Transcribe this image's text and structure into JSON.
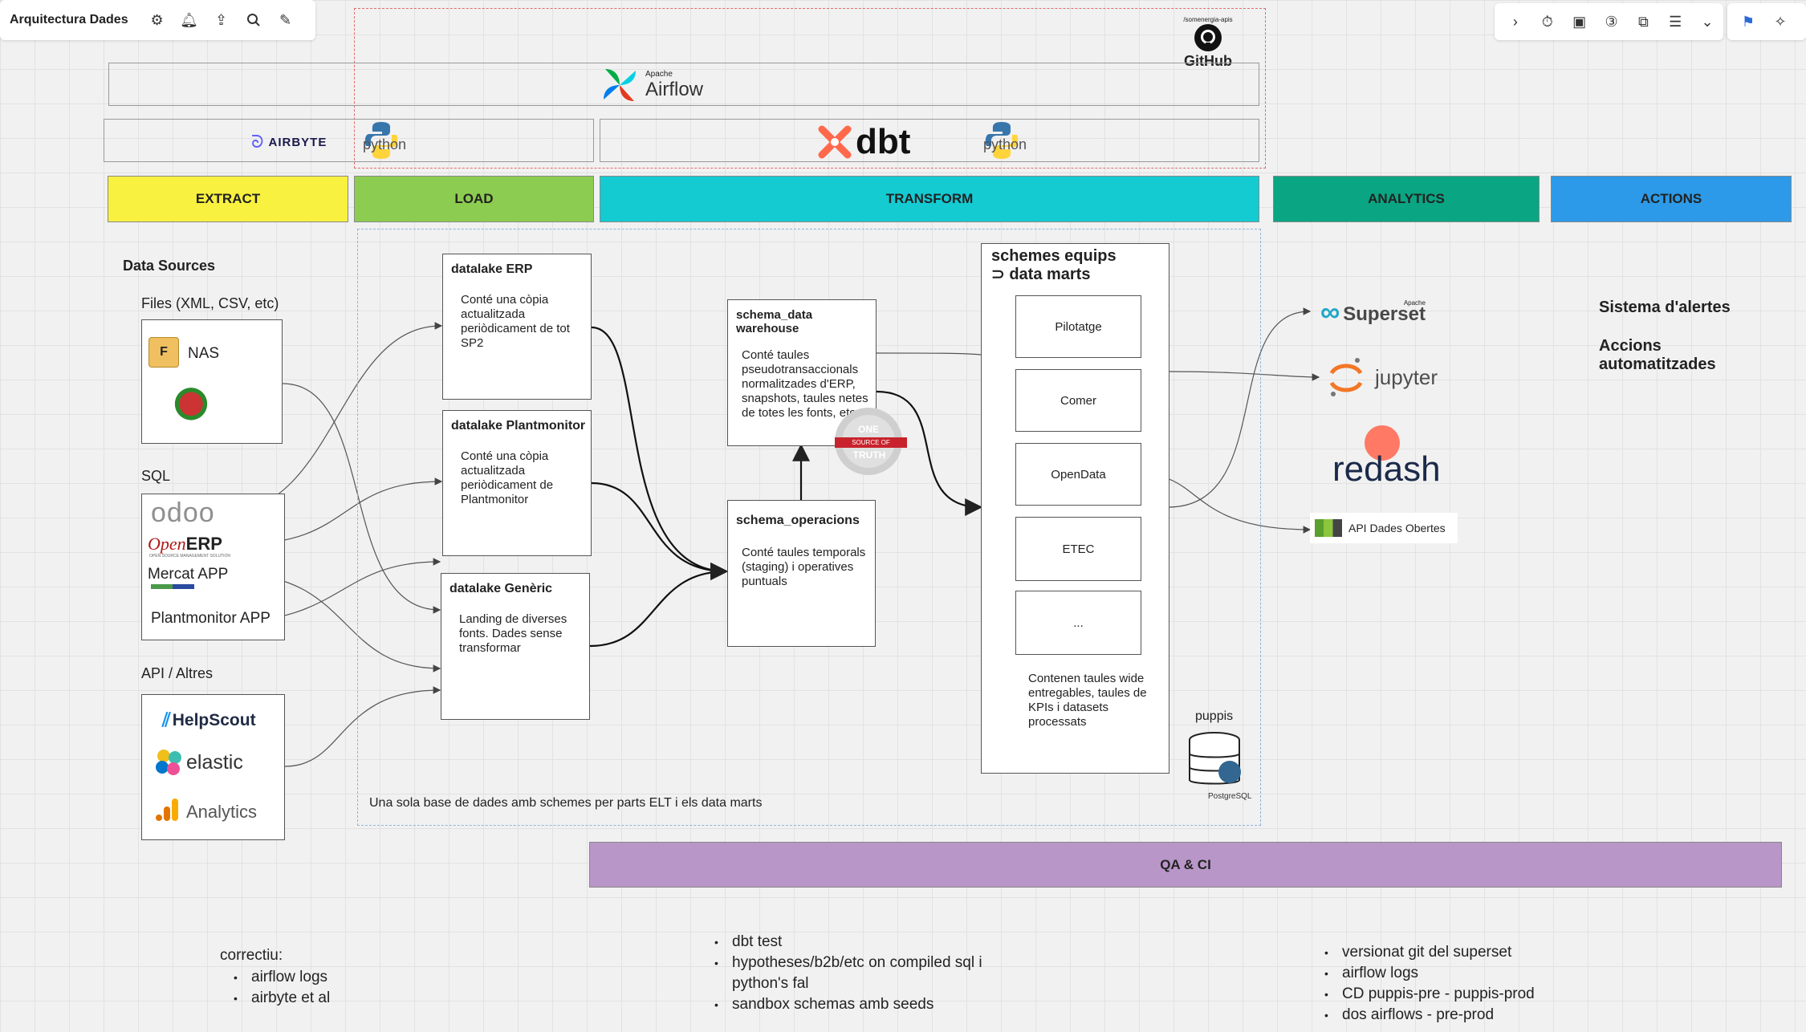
{
  "toolbar_left": {
    "title": "Arquitectura Dades"
  },
  "github": {
    "caption": "/somenergia-apis",
    "label": "GitHub"
  },
  "orchestration": {
    "airflow_sub": "Apache",
    "airflow": "Airflow"
  },
  "tools": {
    "airbyte": "AIRBYTE",
    "python1": "python",
    "dbt": "dbt",
    "python2": "python"
  },
  "phases": {
    "extract": "EXTRACT",
    "load": "LOAD",
    "transform": "TRANSFORM",
    "analytics": "ANALYTICS",
    "actions": "ACTIONS"
  },
  "sources": {
    "heading": "Data Sources",
    "files_label": "Files (XML, CSV, etc)",
    "nas": "NAS",
    "sql_label": "SQL",
    "odoo": "odoo",
    "openerp_a": "Open",
    "openerp_b": "ERP",
    "openerp_tag": "OPEN SOURCE MANAGEMENT SOLUTION",
    "mercat": "Mercat APP",
    "plantmonitor": "Plantmonitor APP",
    "api_label": "API / Altres",
    "helpscout": "HelpScout",
    "elastic": "elastic",
    "analytics": "Analytics"
  },
  "datalakes": [
    {
      "title": "datalake ERP",
      "desc": "Conté una còpia actualitzada periòdicament de tot SP2"
    },
    {
      "title": "datalake Plantmonitor",
      "desc": "Conté una còpia actualitzada periòdicament de Plantmonitor"
    },
    {
      "title": "datalake Genèric",
      "desc": "Landing de diverses fonts. Dades sense transformar"
    }
  ],
  "schema_dw": {
    "title": "schema_data warehouse",
    "desc": "Conté taules pseudotransaccionals normalitzades d'ERP, snapshots, taules netes de totes les fonts, etc",
    "stamp_a": "ONE",
    "stamp_b": "SOURCE OF",
    "stamp_c": "TRUTH"
  },
  "schema_ops": {
    "title": "schema_operacions",
    "desc": "Conté taules temporals (staging) i operatives puntuals"
  },
  "data_marts": {
    "title": "schemes equips ⊃ data marts",
    "items": [
      "Pilotatge",
      "Comer",
      "OpenData",
      "ETEC",
      "..."
    ],
    "desc": "Contenen taules wide entregables, taules de KPIs i datasets processats"
  },
  "puppis": {
    "label": "puppis",
    "db_caption": "PostgreSQL"
  },
  "db_note": "Una sola base de dades amb schemes per parts ELT i els data marts",
  "analytics_tools": {
    "superset_sub": "Apache",
    "superset": "Superset",
    "jupyter": "jupyter",
    "redash": "redash",
    "api": "API Dades Obertes"
  },
  "actions": {
    "alerts": "Sistema d'alertes",
    "auto": "Accions automatitzades"
  },
  "qa": "QA & CI",
  "notes": {
    "left_heading": "correctiu:",
    "left": [
      "airflow logs",
      "airbyte et al"
    ],
    "middle": [
      "dbt test",
      "hypotheses/b2b/etc on compiled sql i python's fal",
      "sandbox schemas amb seeds"
    ],
    "right": [
      "versionat git del superset",
      "airflow logs",
      "CD puppis-pre - puppis-prod",
      "dos airflows - pre-prod"
    ]
  },
  "colors": {
    "extract": "#f9f13f",
    "load": "#8ccc50",
    "transform": "#14cbd2",
    "analytics": "#0aa583",
    "actions": "#2c9ae8",
    "qa": "#b896c8"
  }
}
